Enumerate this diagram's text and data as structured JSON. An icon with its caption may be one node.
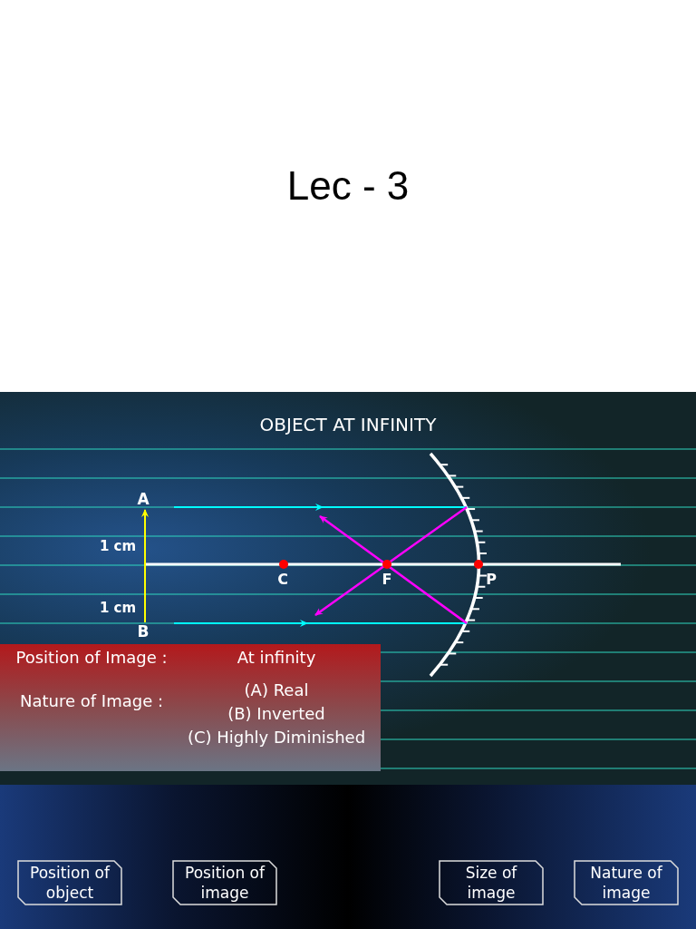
{
  "diagram": {
    "title": "Lec - 3",
    "nodes": [
      {
        "text": [
          "Position of Image :",
          "At infinity",
          "Nature of Image :",
          "(A) Real",
          "(B) Inverted",
          "(C) Highly Diminished"
        ]
      },
      {
        "text": [
          "Position of object"
        ]
      },
      {
        "text": [
          "Position of image"
        ]
      },
      {
        "text": [
          "Size of image"
        ]
      },
      {
        "text": [
          "Nature of image"
        ]
      }
    ],
    "labels": [
      "OBJECT AT INFINITY",
      "A",
      "1 cm",
      "C",
      "F",
      "P",
      "1 cm",
      "B"
    ]
  }
}
